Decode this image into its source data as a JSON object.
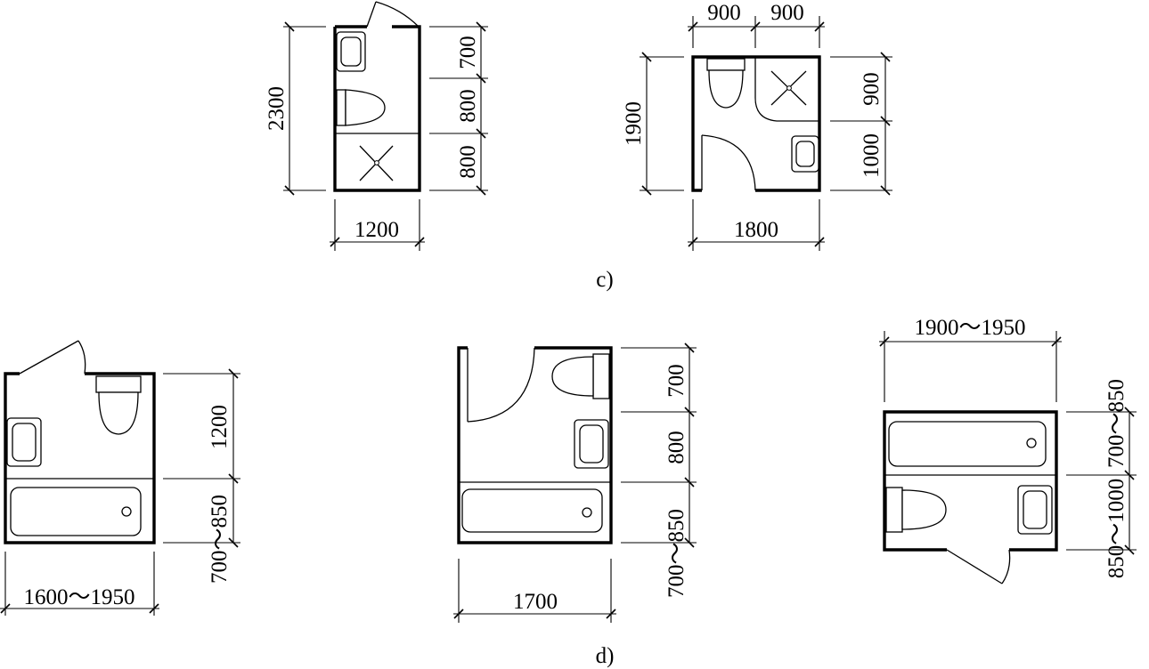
{
  "captions": {
    "c": "c)",
    "d": "d)"
  },
  "plans": {
    "c1": {
      "width": "1200",
      "height": "2300",
      "segments": [
        "700",
        "800",
        "800"
      ]
    },
    "c2": {
      "top_left": "900",
      "top_right": "900",
      "width": "1800",
      "height": "1900",
      "right_top": "900",
      "right_bottom": "1000"
    },
    "d1": {
      "width": "1600～1950",
      "upper": "1200",
      "lower": "700～850"
    },
    "d2": {
      "width": "1700",
      "seg1": "700",
      "seg2": "800",
      "seg3": "700～850"
    },
    "d3": {
      "width": "1900～1950",
      "upper": "700～850",
      "lower": "850～1000"
    }
  }
}
